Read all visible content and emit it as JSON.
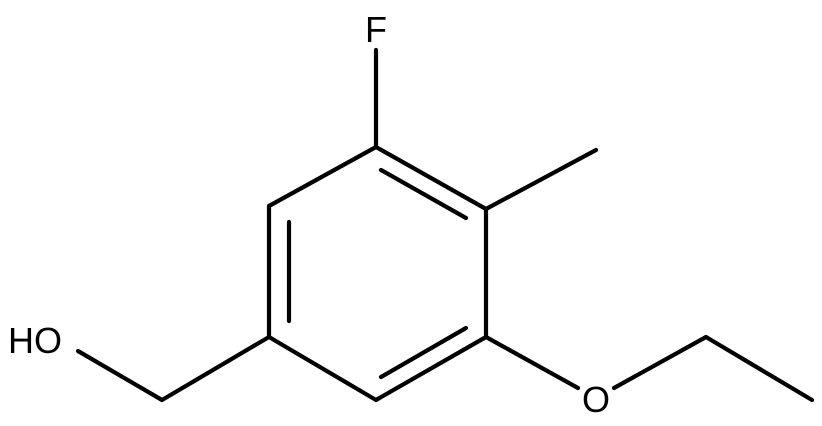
{
  "molecule": {
    "atoms": {
      "fluorine": "F",
      "hydroxyl": "HO",
      "ether_oxygen": "O"
    },
    "bond_color": "#000000",
    "background": "#ffffff"
  }
}
